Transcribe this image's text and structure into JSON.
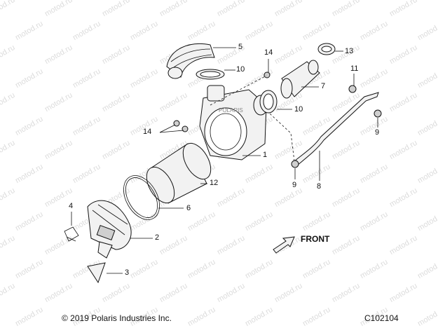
{
  "watermark": "motod.ru",
  "callouts": [
    "5",
    "14",
    "13",
    "10",
    "11",
    "7",
    "10",
    "14",
    "1",
    "9",
    "12",
    "9",
    "8",
    "4",
    "6",
    "2",
    "3"
  ],
  "front_label": "FRONT",
  "copyright": "© 2019 Polaris Industries Inc.",
  "diagram_code": "C102104"
}
